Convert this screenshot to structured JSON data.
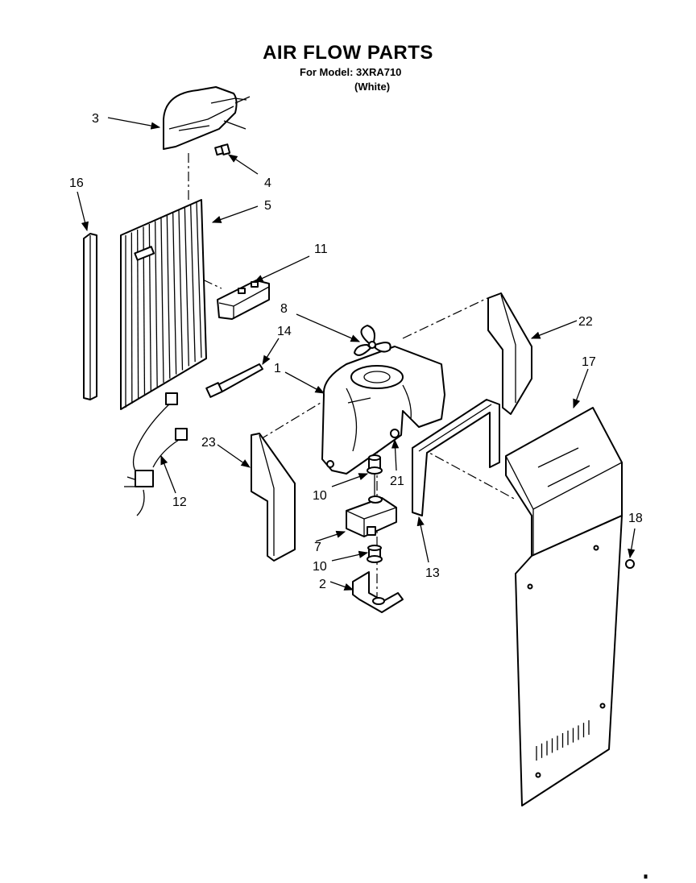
{
  "header": {
    "title": "AIR FLOW PARTS",
    "model": "For Model: 3XRA710",
    "variant": "(White)"
  },
  "callouts": {
    "p1": "1",
    "p2": "2",
    "p3": "3",
    "p4": "4",
    "p5": "5",
    "p7": "7",
    "p8": "8",
    "p10a": "10",
    "p10b": "10",
    "p11": "11",
    "p12": "12",
    "p13": "13",
    "p14": "14",
    "p16": "16",
    "p17": "17",
    "p18": "18",
    "p21": "21",
    "p22": "22",
    "p23": "23"
  }
}
